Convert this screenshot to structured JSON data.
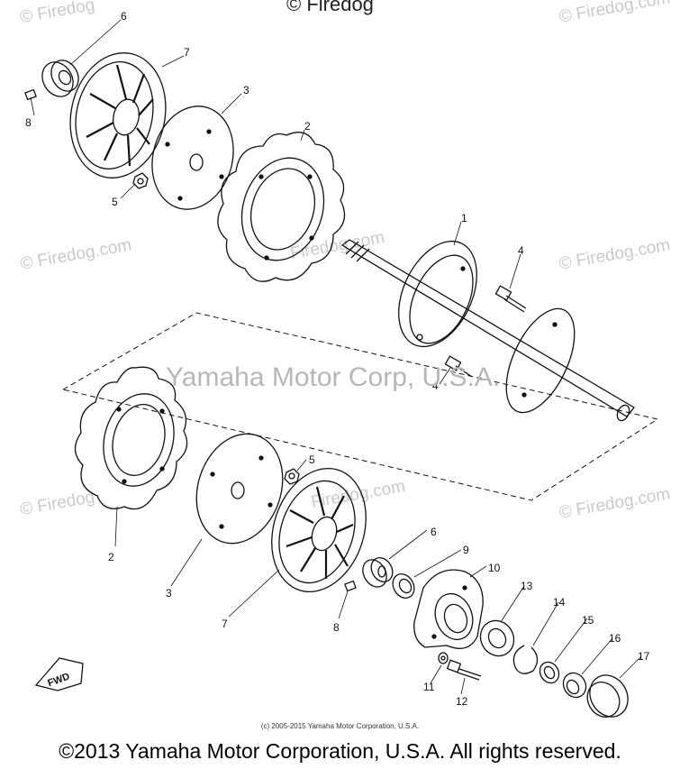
{
  "watermarks": {
    "top": "© Firedog",
    "side_left_top": "© Firedog",
    "side_right_top": "© Firedog.com",
    "mid_left": "© Firedog.com",
    "mid_center": "Firedog.com",
    "mid_right": "© Firedog.com",
    "low_left": "© Firedog",
    "low_center": "Firedog.com",
    "low_right": "© Firedog.com",
    "center": "Yamaha Motor Corp, U.S.A."
  },
  "callouts": {
    "p1": "1",
    "p2a": "2",
    "p2b": "2",
    "p3a": "3",
    "p3b": "3",
    "p4a": "4",
    "p4b": "4",
    "p5a": "5",
    "p5b": "5",
    "p6a": "6",
    "p6b": "6",
    "p7a": "7",
    "p7b": "7",
    "p8a": "8",
    "p8b": "8",
    "p9": "9",
    "p10": "10",
    "p11": "11",
    "p12": "12",
    "p13": "13",
    "p14": "14",
    "p15": "15",
    "p16": "16",
    "p17": "17"
  },
  "fwd_label": "FWD",
  "small_copyright": "(c) 2005-2015 Yamaha Motor Corporation, U.S.A.",
  "footer": "©2013 Yamaha Motor Corporation, U.S.A. All rights reserved."
}
